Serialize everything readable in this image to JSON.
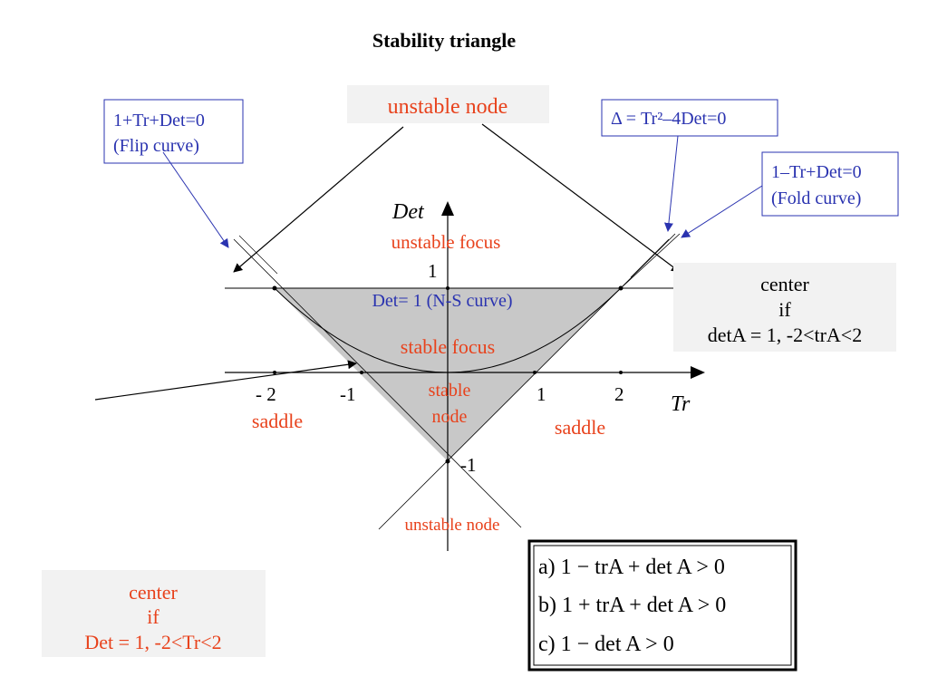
{
  "title": "Stability triangle",
  "colors": {
    "region_label": "#e8421c",
    "curve_label": "#2a33b0",
    "triangle_fill": "#c8c8c8",
    "label_bg": "#f2f2f2"
  },
  "axes": {
    "x_label": "Tr",
    "y_label": "Det",
    "x_ticks": [
      "- 2",
      "-1",
      "1",
      "2"
    ],
    "y_ticks": [
      "1",
      "-1"
    ]
  },
  "callouts": {
    "flip": [
      "1+Tr+Det=0",
      "(Flip curve)"
    ],
    "delta": "Δ = Tr²–4Det=0",
    "fold": [
      "1–Tr+Det=0",
      "(Fold curve)"
    ]
  },
  "regions": {
    "unstable_node_top": "unstable node",
    "unstable_focus": "unstable focus",
    "ns_curve": "Det= 1 (N-S curve)",
    "stable_focus": "stable focus",
    "stable_node": [
      "stable",
      "node"
    ],
    "saddle_left": "saddle",
    "saddle_right": "saddle",
    "unstable_node_bottom": "unstable node"
  },
  "center_right": [
    "center",
    "if",
    "detA = 1, -2<trA<2"
  ],
  "center_left": [
    "center",
    "if",
    "Det = 1,   -2<Tr<2"
  ],
  "conditions": [
    "a)  1 − trA + det A > 0",
    "b)  1 + trA + det A > 0",
    "c)  1 − det A > 0"
  ]
}
